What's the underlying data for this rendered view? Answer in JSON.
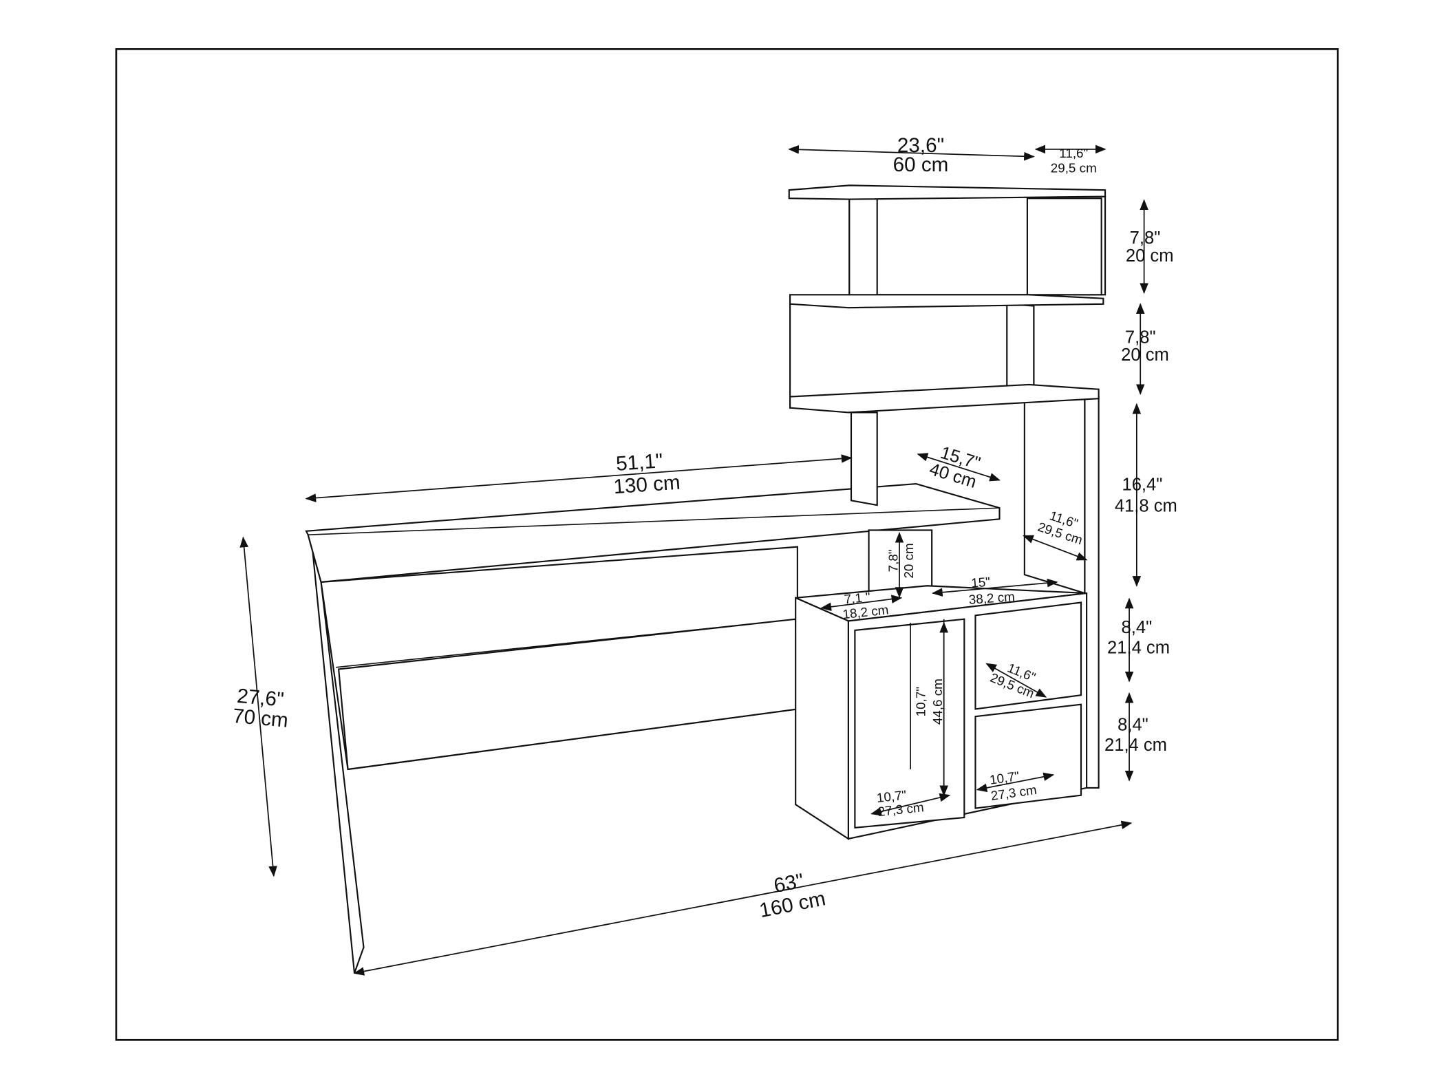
{
  "dimensions": {
    "top_width": {
      "in": "23,6\"",
      "cm": "60 cm"
    },
    "top_depth": {
      "in": "11,6\"",
      "cm": "29,5 cm"
    },
    "shelf1_height": {
      "in": "7,8\"",
      "cm": "20 cm"
    },
    "shelf2_height": {
      "in": "7,8\"",
      "cm": "20 cm"
    },
    "tower_gap_height": {
      "in": "16,4\"",
      "cm": "41,8 cm"
    },
    "desk_width": {
      "in": "51,1\"",
      "cm": "130 cm"
    },
    "desk_depth": {
      "in": "15,7\"",
      "cm": "40 cm"
    },
    "mid_depth": {
      "in": "11,6\"",
      "cm": "29,5 cm"
    },
    "small_gap_height": {
      "in": "7,8\"",
      "cm": "20 cm"
    },
    "small_shelf_width": {
      "in": "7,1 \"",
      "cm": "18,2 cm"
    },
    "cabinet_top_width": {
      "in": "15\"",
      "cm": "38,2 cm"
    },
    "cube1_height": {
      "in": "8,4\"",
      "cm": "21,4 cm"
    },
    "cube2_height": {
      "in": "8,4\"",
      "cm": "21,4 cm"
    },
    "cube_depth": {
      "in": "11,6\"",
      "cm": "29,5 cm"
    },
    "tall_comp_height": {
      "in": "10,7\"",
      "cm": "44,6 cm"
    },
    "tall_comp_width": {
      "in": "10,7\"",
      "cm": "27,3 cm"
    },
    "cube_width": {
      "in": "10,7\"",
      "cm": "27,3 cm"
    },
    "total_height": {
      "in": "27,6\"",
      "cm": "70 cm"
    },
    "total_width": {
      "in": "63\"",
      "cm": "160 cm"
    }
  }
}
